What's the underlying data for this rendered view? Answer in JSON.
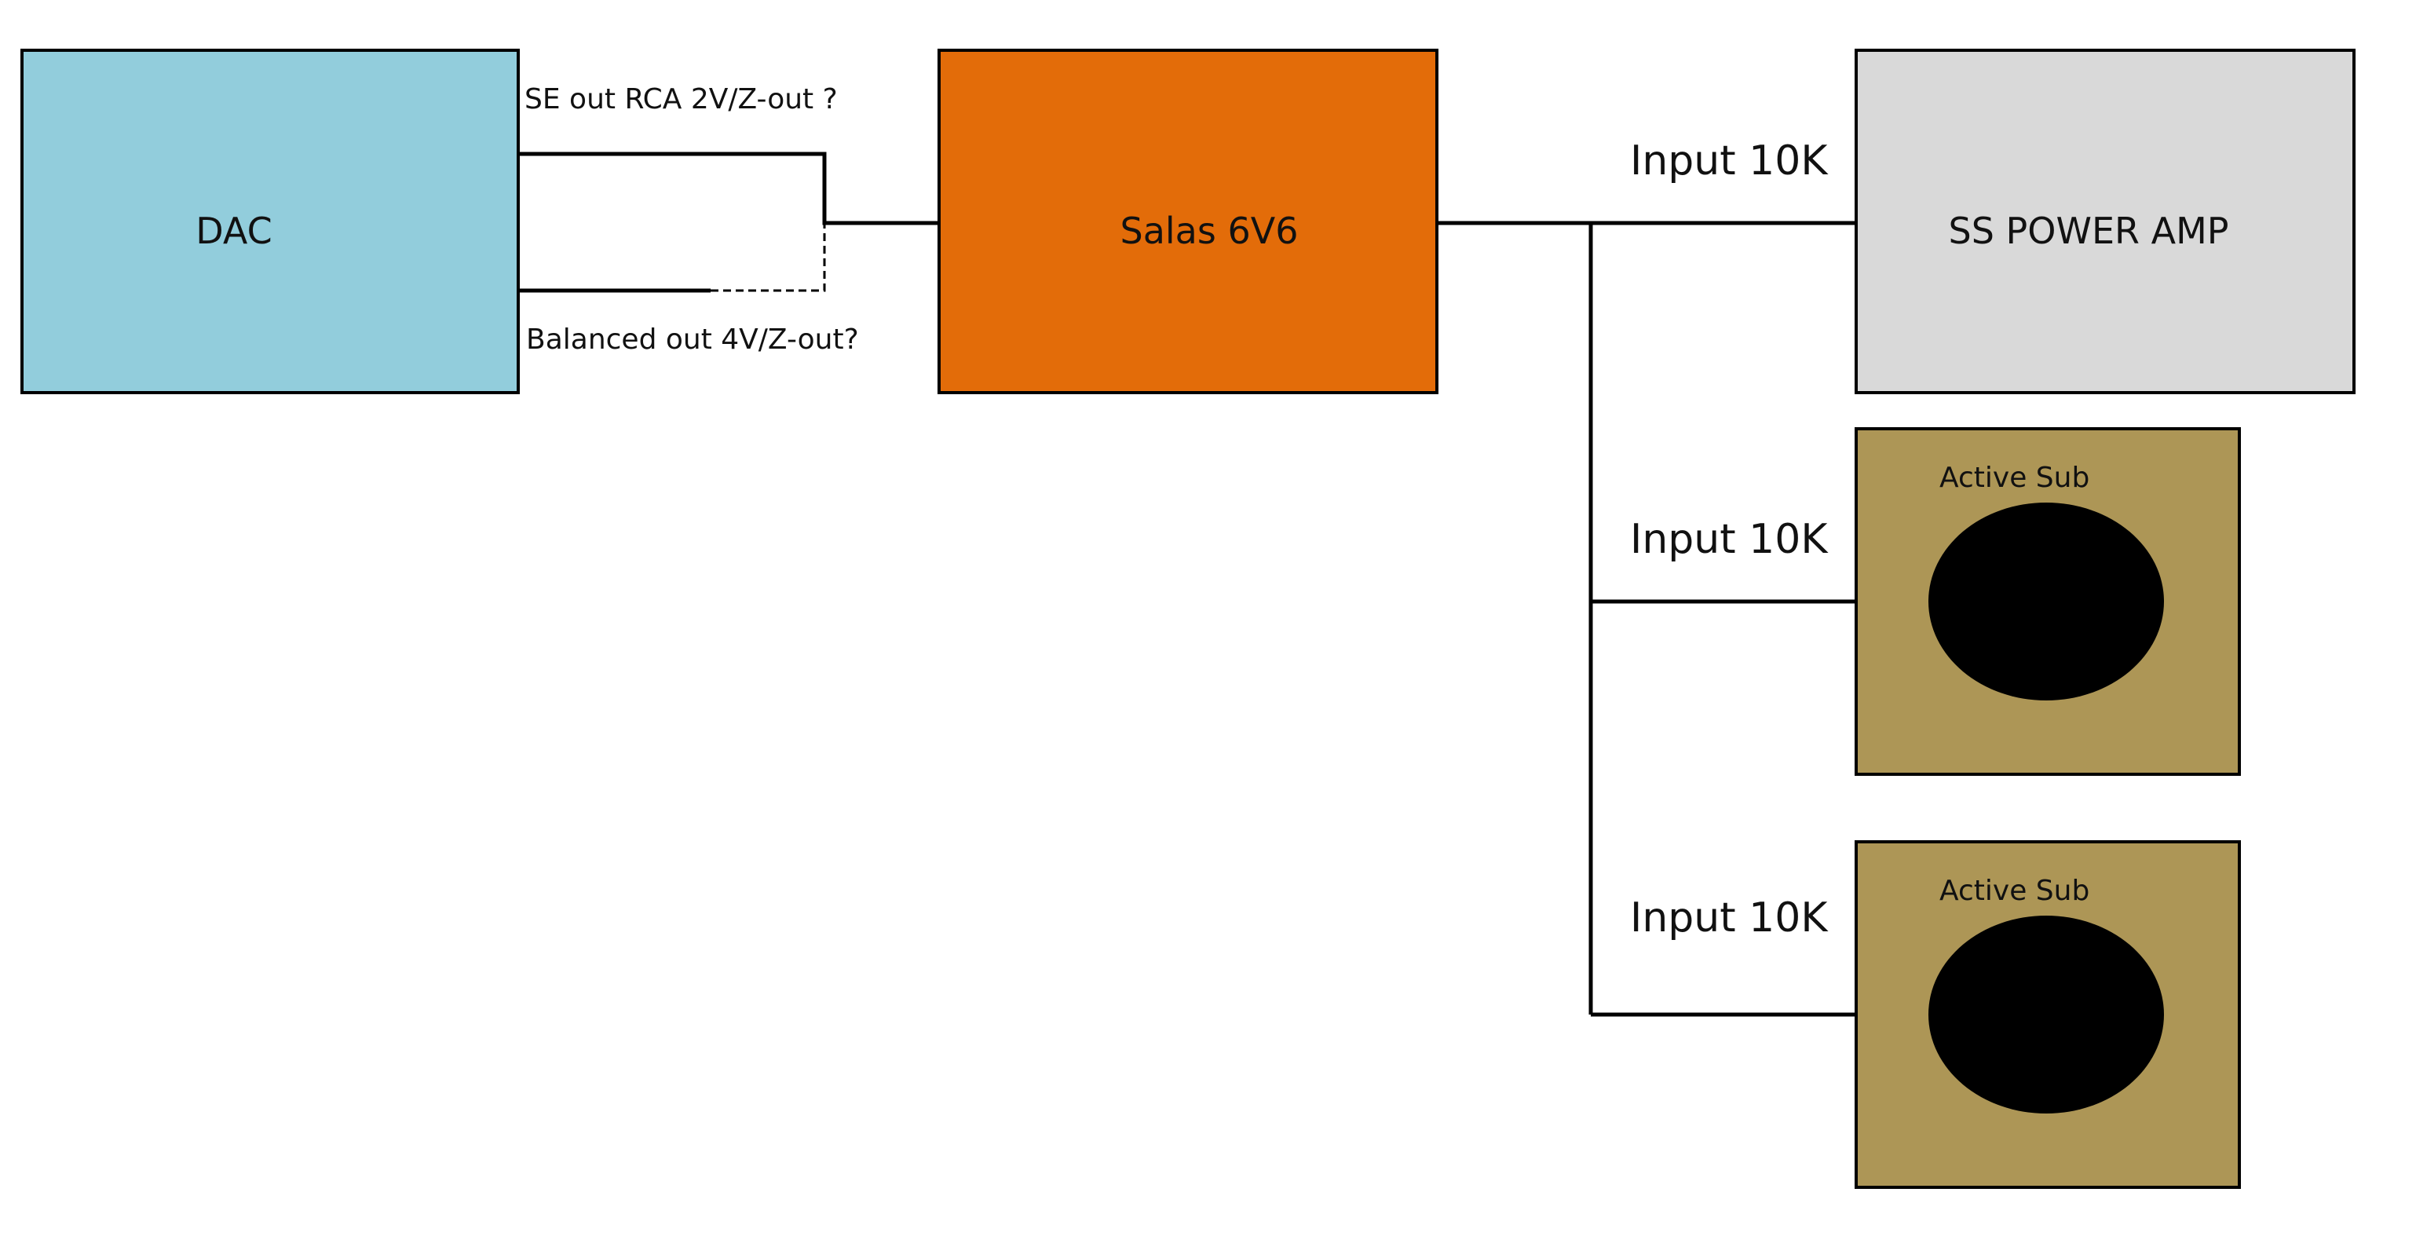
{
  "blocks": {
    "dac": {
      "label": "DAC",
      "color": "#92CDDC"
    },
    "preamp": {
      "label": "Salas 6V6",
      "color": "#E36C09"
    },
    "power_amp": {
      "label": "SS POWER AMP",
      "color": "#D9D9D9"
    },
    "subs": [
      {
        "label": "Active Sub",
        "color": "#AD9656",
        "driver_color": "#000000"
      },
      {
        "label": "Active Sub",
        "color": "#AD9656",
        "driver_color": "#000000"
      }
    ]
  },
  "connections": {
    "se_out": "SE out RCA 2V/Z-out ?",
    "balanced_out": "Balanced out 4V/Z-out?",
    "inputs": [
      "Input 10K",
      "Input 10K",
      "Input 10K"
    ]
  }
}
